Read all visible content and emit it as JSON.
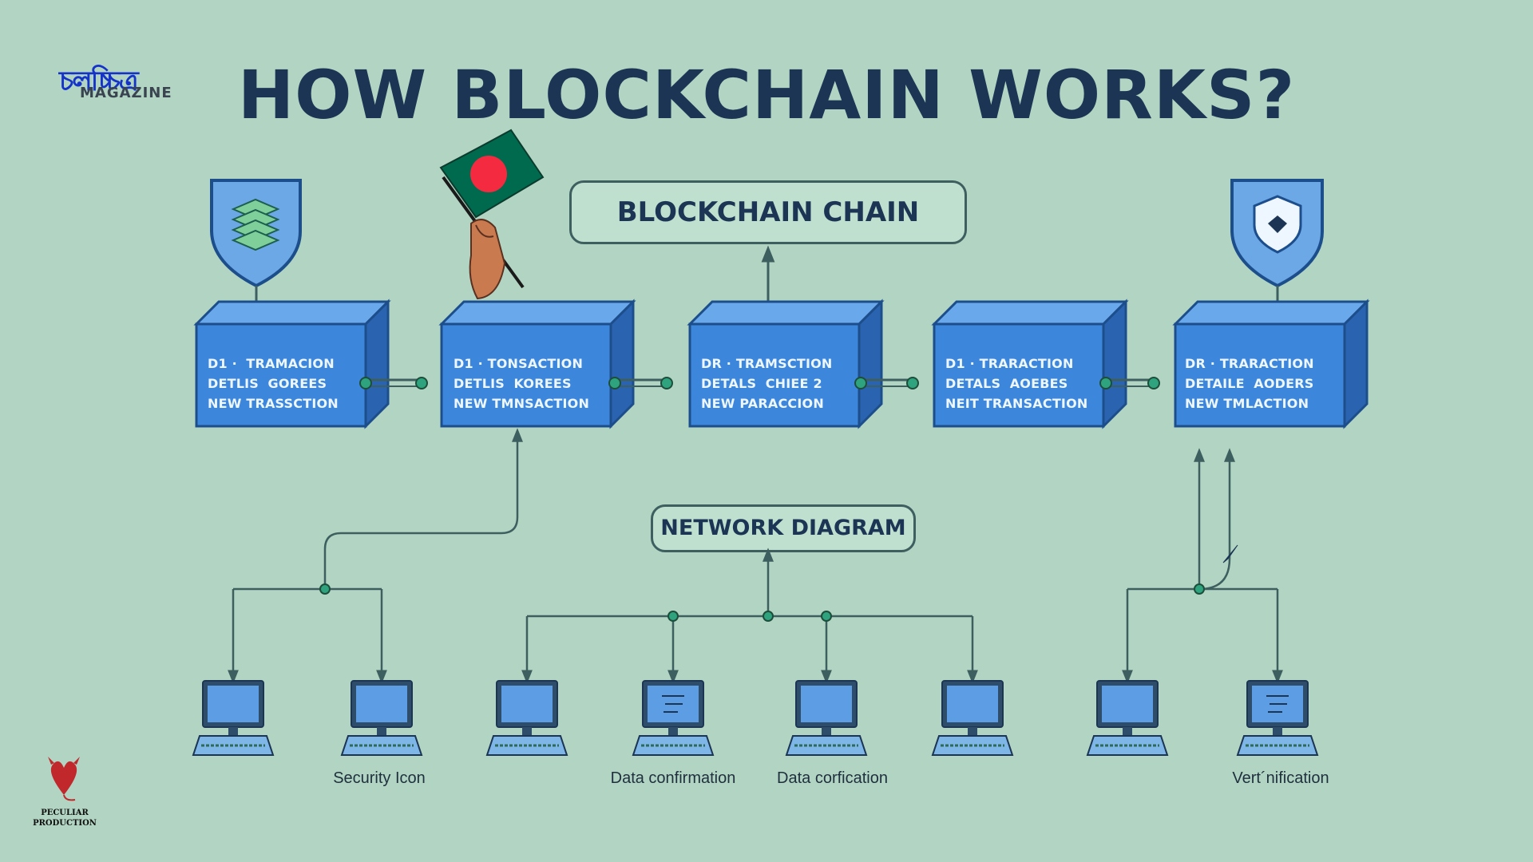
{
  "title": "HOW BLOCKCHAIN WORKS?",
  "chain_label": "BLOCKCHAIN CHAIN",
  "network_label": "NETWORK DIAGRAM",
  "blocks": [
    {
      "text": "D1 ·  TRAMACION\nDETLIS  GOREES\nNEW TRASSCTION"
    },
    {
      "text": "D1 · TONSACTION\nDETLIS  KOREES\nNEW TMNSACTION"
    },
    {
      "text": "DR · TRAMSCTION\nDETALS  CHIEE 2\nNEW PARACCION"
    },
    {
      "text": "D1 · TRARACTION\nDETALS  AOEBES\nNEIT TRANSACTION"
    },
    {
      "text": "DR · TRARACTION\nDETAILE  AODERS\nNEW TMLACTION"
    }
  ],
  "captions": [
    "Security Icon",
    "Data confirmation",
    "Data corfication",
    "Vert´nification"
  ],
  "logos": {
    "magazine_bengali": "চলচ্চিত্র",
    "magazine_label": "MAGAZINE",
    "studio_line1": "PECULIAR",
    "studio_line2": "PRODUCTION"
  },
  "colors": {
    "background": "#b2d5c3",
    "block_front": "#3c87dc",
    "block_top": "#6aa8ec",
    "block_side": "#2a64b0",
    "outline": "#1d4e8c",
    "connector": "#3e5f60",
    "node": "#2fa37d",
    "title": "#1c3554",
    "flag_green": "#006a4e",
    "flag_red": "#f42a41"
  },
  "icons": [
    "shield-layers-icon",
    "shield-badge-icon",
    "bangladesh-flag-icon",
    "computer-icon"
  ]
}
